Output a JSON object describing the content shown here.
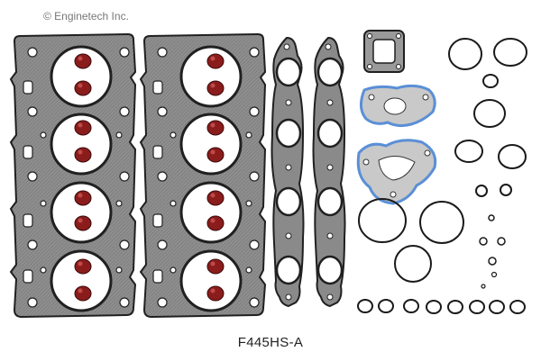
{
  "image": {
    "copyright_text": "© Enginetech Inc.",
    "part_number": "F445HS-A"
  },
  "colors": {
    "gasket_fill": "#8c8c8c",
    "gasket_stroke": "#202020",
    "seal_red": "#8b1c1c",
    "oring": "#1a1a1a",
    "blue_gasket": "#5a8fd6"
  },
  "components": [
    "cylinder-head-gasket",
    "cylinder-head-gasket",
    "exhaust-manifold-gasket",
    "exhaust-manifold-gasket",
    "turbo-flange-gasket",
    "blue-housing-gasket",
    "blue-housing-gasket",
    "valve-stem-seals",
    "o-rings"
  ]
}
